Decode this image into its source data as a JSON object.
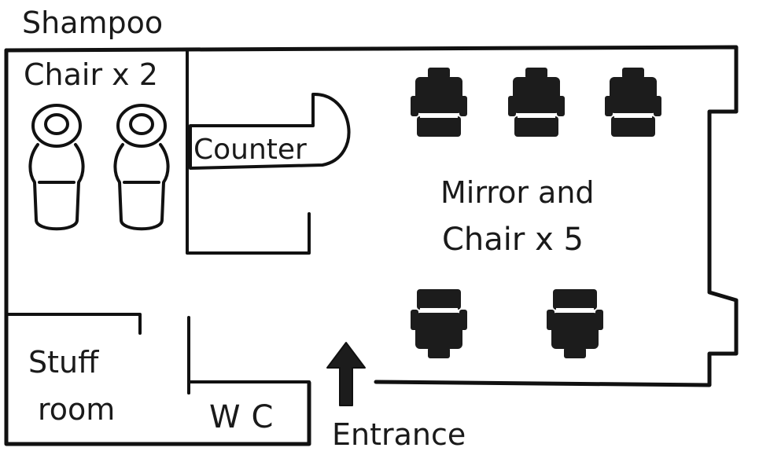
{
  "labels": {
    "shampoo": "Shampoo",
    "shampoo_chairs": "Chair x 2",
    "counter": "Counter",
    "mirror_line1": "Mirror and",
    "mirror_line2": "Chair x 5",
    "stuff_line1": "Stuff",
    "stuff_line2": "room",
    "wc": "WC",
    "entrance": "Entrance"
  },
  "colors": {
    "ink": "#111111",
    "chair_fill": "#1c1c1c",
    "background": "#ffffff"
  },
  "icons": {
    "shampoo_chair": "shampoo-chair-icon",
    "salon_chair": "salon-chair-icon",
    "entrance_arrow": "up-arrow-icon"
  }
}
